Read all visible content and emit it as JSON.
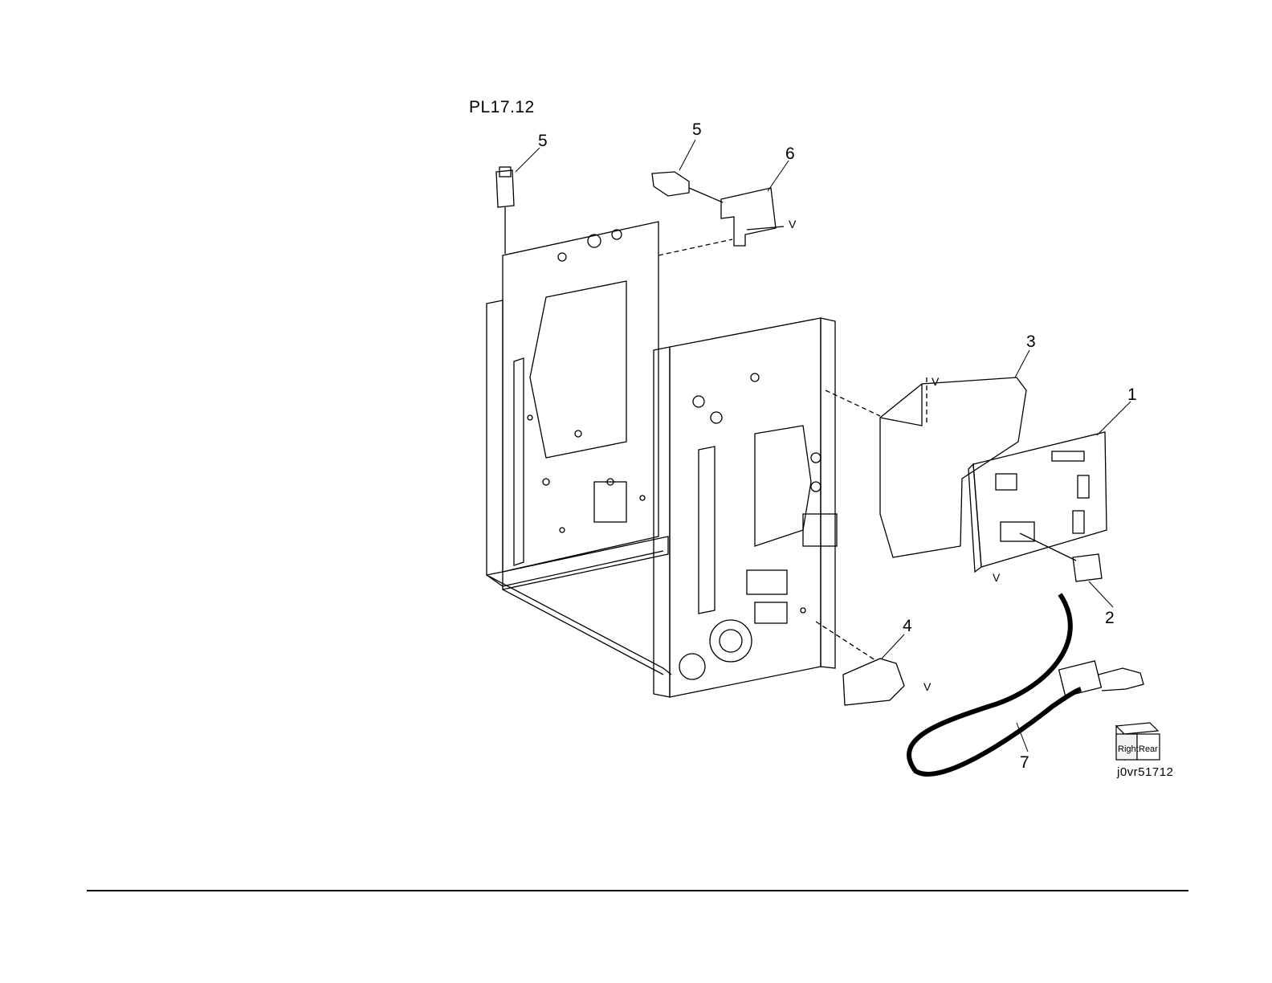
{
  "page": {
    "title": "PL17.12",
    "figure_ref": "j0vr51712"
  },
  "callouts": [
    {
      "id": "c5a",
      "label": "5"
    },
    {
      "id": "c5b",
      "label": "5"
    },
    {
      "id": "c6",
      "label": "6"
    },
    {
      "id": "c3",
      "label": "3"
    },
    {
      "id": "c1",
      "label": "1"
    },
    {
      "id": "c2",
      "label": "2"
    },
    {
      "id": "c4",
      "label": "4"
    },
    {
      "id": "c7",
      "label": "7"
    }
  ],
  "v_marks": [
    "V",
    "V",
    "V",
    "V"
  ],
  "orientation_cube": {
    "left_face": "Right",
    "right_face": "Rear"
  }
}
